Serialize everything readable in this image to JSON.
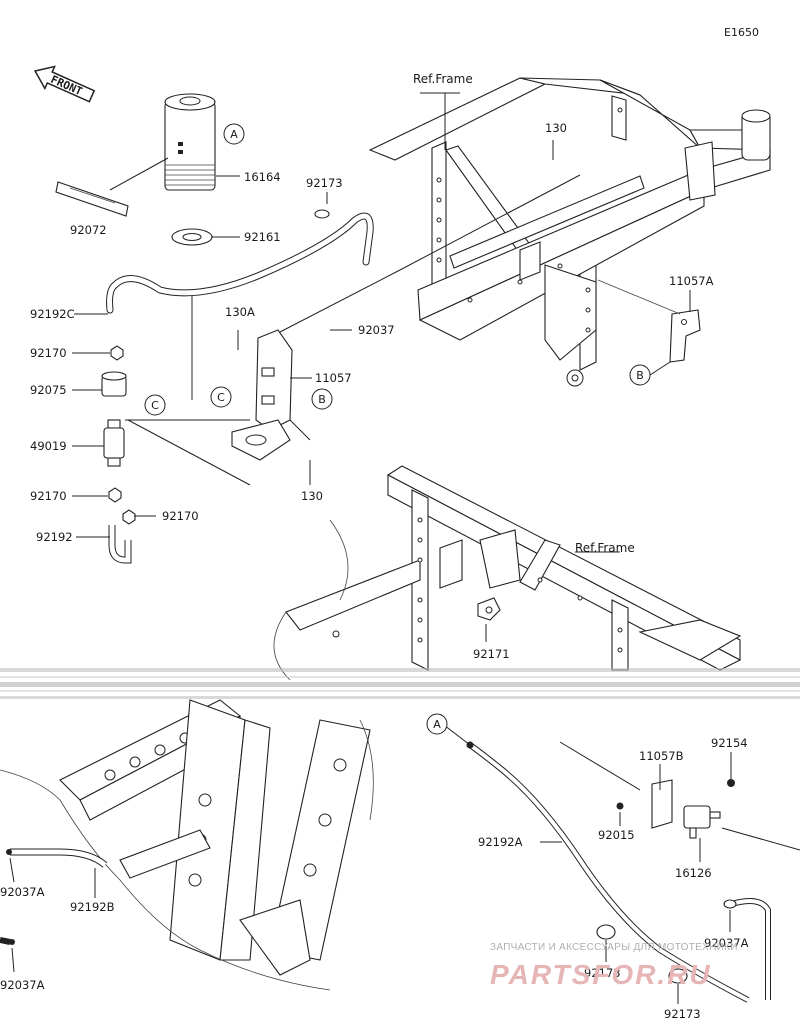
{
  "diagram_code": "E1650",
  "front_label": "FRONT",
  "ref_frame_upper": "Ref.Frame",
  "ref_frame_lower": "Ref.Frame",
  "callouts": {
    "a_top": "A",
    "a_bottom": "A",
    "b_frame": "B",
    "b_bracket": "B",
    "c_filter": "C",
    "c_bracket": "C"
  },
  "parts": {
    "p16164": "16164",
    "p92161": "92161",
    "p92173_top": "92173",
    "p92072": "92072",
    "p92192C": "92192C",
    "p130_top": "130",
    "p130A": "130A",
    "p92037": "92037",
    "p11057": "11057",
    "p11057A": "11057A",
    "p92170_a": "92170",
    "p92075": "92075",
    "p49019": "49019",
    "p92170_b": "92170",
    "p92170_c": "92170",
    "p92192": "92192",
    "p130_bottom": "130",
    "p92171": "92171",
    "p11057B": "11057B",
    "p92154": "92154",
    "p92015": "92015",
    "p16126": "16126",
    "p92192A": "92192A",
    "p92037A_left_top": "92037A",
    "p92192B": "92192B",
    "p92037A_left_bottom": "92037A",
    "p92037A_right": "92037A",
    "p92173_bottom_left": "92173",
    "p92173_bottom_right": "92173"
  },
  "watermark": {
    "line1": "ЗАПЧАСТИ И АКСЕССУАРЫ ДЛЯ МОТОТЕХНИКИ",
    "line2": "PARTSFOR.RU"
  }
}
